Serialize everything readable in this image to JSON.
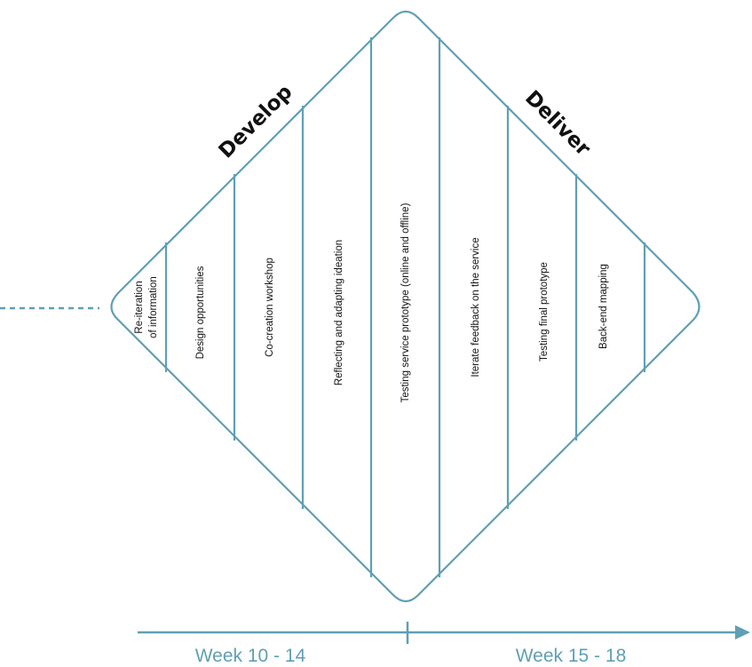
{
  "phases": {
    "develop": "Develop",
    "deliver": "Deliver"
  },
  "lanes": [
    {
      "label_line1": "Re-iteration",
      "label_line2": "of information"
    },
    {
      "label_line1": "Design opportunities"
    },
    {
      "label_line1": "Co-creation workshop"
    },
    {
      "label_line1": "Reflecting and adapting ideation"
    },
    {
      "label_line1": "Testing service prototype (online and offline)"
    },
    {
      "label_line1": "Iterate feedback on the service"
    },
    {
      "label_line1": "Testing final prototype"
    },
    {
      "label_line1": "Back-end mapping"
    }
  ],
  "timeline": {
    "left_label": "Week 10 - 14",
    "right_label": "Week 15 - 18"
  },
  "colors": {
    "accent": "#5f9fb5",
    "text": "#111111"
  }
}
